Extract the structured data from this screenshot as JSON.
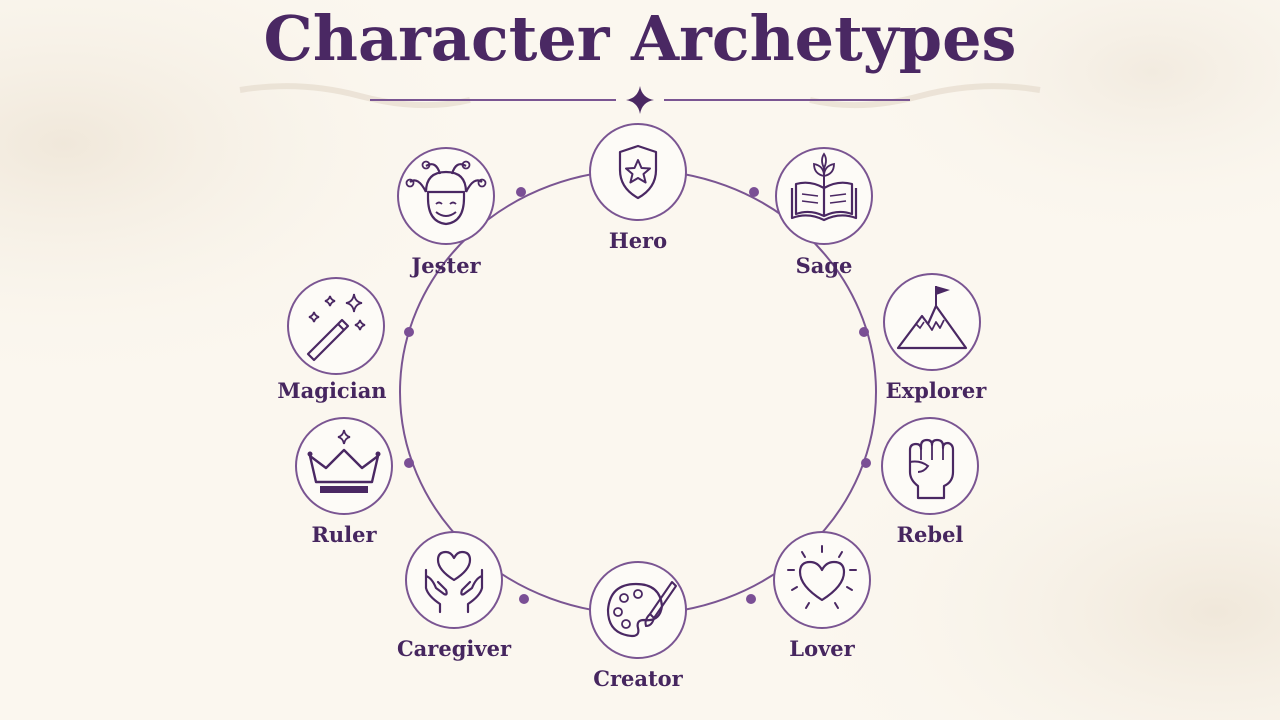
{
  "title": "Character Archetypes",
  "colors": {
    "primary": "#4a2863",
    "line": "#7a5592",
    "dot": "#7a4f95",
    "bg": "#fbf7ef"
  },
  "archetypes": [
    {
      "name": "Hero",
      "icon": "shield-star-icon"
    },
    {
      "name": "Sage",
      "icon": "open-book-icon"
    },
    {
      "name": "Explorer",
      "icon": "mountain-flag-icon"
    },
    {
      "name": "Rebel",
      "icon": "raised-fist-icon"
    },
    {
      "name": "Lover",
      "icon": "radiant-heart-icon"
    },
    {
      "name": "Creator",
      "icon": "palette-brush-icon"
    },
    {
      "name": "Caregiver",
      "icon": "hands-heart-icon"
    },
    {
      "name": "Ruler",
      "icon": "crown-icon"
    },
    {
      "name": "Magician",
      "icon": "magic-wand-icon"
    },
    {
      "name": "Jester",
      "icon": "jester-icon"
    }
  ]
}
